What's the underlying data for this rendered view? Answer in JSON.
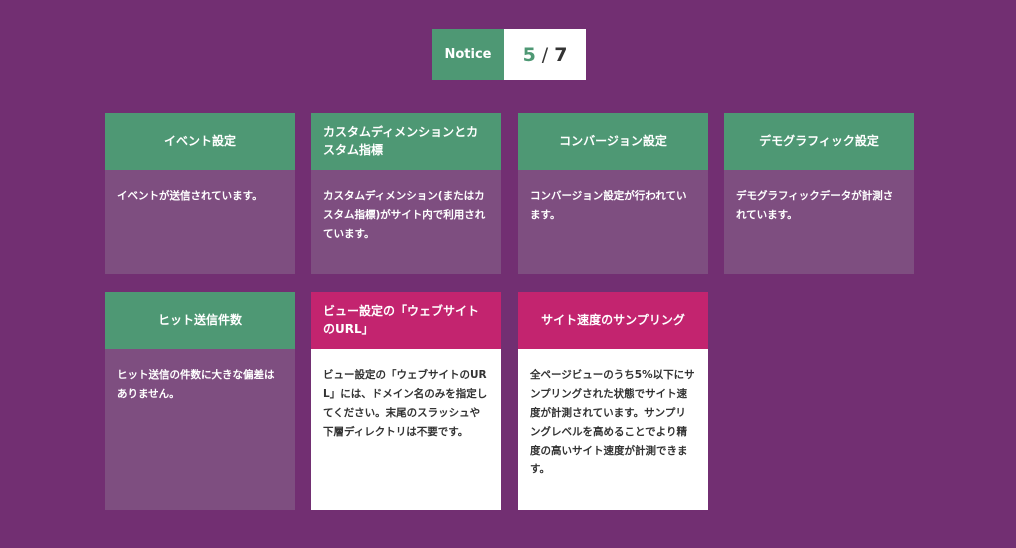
{
  "notice": {
    "label": "Notice",
    "current": "5",
    "separator": "/",
    "total": "7"
  },
  "colors": {
    "background": "#722f72",
    "ok_header": "#4e9874",
    "ok_body": "#7e4e80",
    "warn_header": "#c3246f",
    "warn_body": "#ffffff"
  },
  "cards": [
    {
      "title": "イベント設定",
      "body": "イベントが送信されています。",
      "status": "ok"
    },
    {
      "title": "カスタムディメンションとカスタム指標",
      "body": "カスタムディメンション(またはカスタム指標)がサイト内で利用されています。",
      "status": "ok"
    },
    {
      "title": "コンバージョン設定",
      "body": "コンバージョン設定が行われています。",
      "status": "ok"
    },
    {
      "title": "デモグラフィック設定",
      "body": "デモグラフィックデータが計測されています。",
      "status": "ok"
    },
    {
      "title": "ヒット送信件数",
      "body": "ヒット送信の件数に大きな偏差はありません。",
      "status": "ok"
    },
    {
      "title": "ビュー設定の「ウェブサイトのURL」",
      "body": "ビュー設定の「ウェブサイトのURL」には、ドメイン名のみを指定してください。末尾のスラッシュや下層ディレクトリは不要です。",
      "status": "warn"
    },
    {
      "title": "サイト速度のサンプリング",
      "body": "全ページビューのうち5%以下にサンプリングされた状態でサイト速度が計測されています。サンプリングレベルを高めることでより精度の高いサイト速度が計測できます。",
      "status": "warn"
    }
  ]
}
